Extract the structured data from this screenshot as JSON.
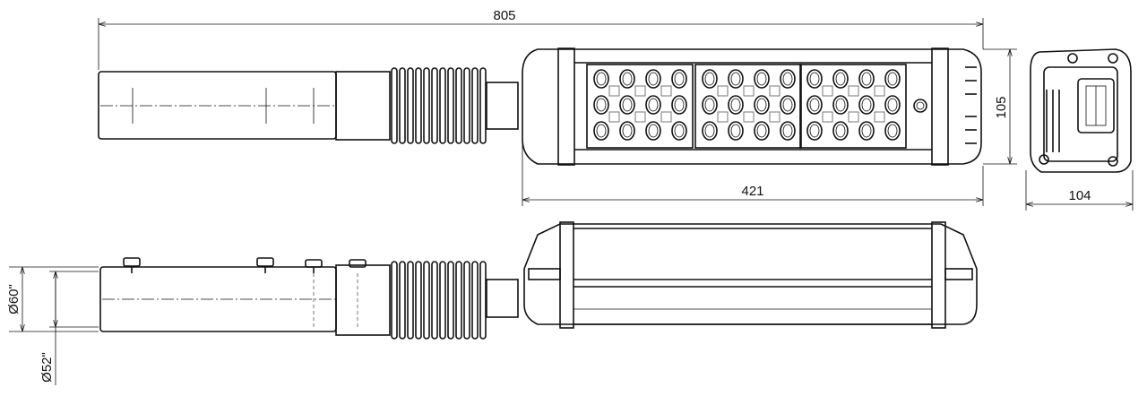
{
  "dimensions": {
    "overall_length": "805",
    "body_length": "421",
    "body_width": "105",
    "end_width": "104",
    "pipe_outer_diameter": "Ø60\"",
    "pipe_inner_diameter": "Ø52\""
  },
  "led_modules": {
    "count": 3,
    "rows": 3,
    "cols": 4
  }
}
